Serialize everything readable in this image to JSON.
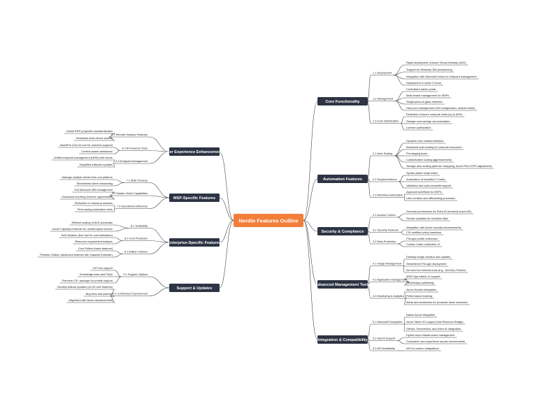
{
  "root": {
    "label": "Nerdio Features Outline",
    "color": "#f27e3a"
  },
  "branch_color": "#2d3443",
  "right": [
    {
      "label": "Core Functionality",
      "subs": [
        {
          "label": "1.1 Deployment",
          "leaves": [
            "Rapid deployment of Azure Virtual Desktop (AVD)",
            "Support for Windows 365 provisioning",
            "Integration with Microsoft Intune for endpoint management",
            "Deployment in under 2 hours"
          ]
        },
        {
          "label": "1.2 Management",
          "leaves": [
            "Centralized admin portal",
            "Multi-tenant management for MSPs",
            "Single-pane-of-glass interface",
            "Host pool management (VM configuration, session limits)"
          ]
        },
        {
          "label": "1.3 Cost Optimization",
          "leaves": [
            "Reduction of Azure compute costs (up to 80%)",
            "Storage cost savings via automation",
            "License optimization"
          ]
        }
      ]
    },
    {
      "label": "Automation Features",
      "subs": [
        {
          "label": "2.1 Auto-Scaling",
          "leaves": [
            "Dynamic host creation/deletion",
            "Advanced auto-scaling for compute resources",
            "Pre-staging hosts",
            "Customizable scaling aggressiveness",
            "Storage auto-scaling (disk tier swapping, Azure Files IOPS adjustment)"
          ]
        },
        {
          "label": "2.2 Scripted Actions",
          "leaves": [
            "Syntax-aware script editor",
            "Automation of repetitive IT tasks",
            "Validation and auto-complete support"
          ]
        },
        {
          "label": "2.3 Workflow Automation",
          "leaves": [
            "Approval workflows for MSPs",
            "User creation and offboarding processes"
          ]
        }
      ]
    },
    {
      "label": "Security & Compliance",
      "subs": [
        {
          "label": "3.1 Access Control",
          "leaves": [
            "Granular permissions for Entra ID (formerly Azure AD)",
            "Secure variables for sensitive data"
          ]
        },
        {
          "label": "3.2 Security Features",
          "leaves": [
            "Integration with Azure security enhancements",
            "CIS-certified policy baselines"
          ]
        },
        {
          "label": "3.3 Data Protection",
          "leaves": [
            "FSLogix profile redirection",
            "Custom folder redirection UI"
          ]
        }
      ]
    },
    {
      "label": "Advanced Management Tools",
      "subs": [
        {
          "label": "4.1 Image Management",
          "leaves": [
            "Desktop image creation and updates",
            "Streamlined FSLogix deployment",
            "No need for external tools (e.g., DevOps, Packer)"
          ]
        },
        {
          "label": "4.2 Application Management",
          "leaves": [
            "MSIX App Attach v2 support",
            "RemoteApp publishing"
          ]
        },
        {
          "label": "4.3 Monitoring & Analytics",
          "leaves": [
            "Azure Monitor integration",
            "Performance tracking",
            "Alerts and workbooks for proactive issue resolution"
          ]
        }
      ]
    },
    {
      "label": "Integration & Compatibility",
      "subs": [
        {
          "label": "5.1 Microsoft Ecosystem",
          "leaves": [
            "Native Azure integration",
            "Azure Stack HCI support (via Resource Bridge)",
            "GitHub, ServiceNow, and Entra ID integration"
          ]
        },
        {
          "label": "5.2 Hybrid Support",
          "leaves": [
            "Hybrid cloud infrastructure management",
            "Consistent user experience across environments"
          ]
        },
        {
          "label": "5.3 API Availability",
          "leaves": [
            "API for custom integrations"
          ]
        }
      ]
    }
  ],
  "left": [
    {
      "label": "User Experience Enhancements",
      "subs": [
        {
          "label": "6.1 Remote Desktop Features",
          "leaves": [
            "Global RDP properties standardization",
            "Seamless multi-device access"
          ]
        },
        {
          "label": "6.2 AI-Powered Tools",
          "leaves": [
            "AssistPro (Gen AI tool for real-time support)",
            "Context-aware assistance"
          ]
        },
        {
          "label": "6.3 Endpoint Management",
          "leaves": [
            "Unified endpoint management (UEM) with Intune",
            "Simplified software updates"
          ]
        }
      ]
    },
    {
      "label": "MSP-Specific Features",
      "subs": [
        {
          "label": "7.1 Multi-Tenancy",
          "leaves": [
            "Manage multiple clients from one platform",
            "Streamlined client onboarding"
          ]
        },
        {
          "label": "7.2 Modern Work Capabilities",
          "leaves": [
            "Full Microsoft 365 management",
            "Enhanced recurring revenue opportunities"
          ]
        },
        {
          "label": "7.3 Operational Efficiency",
          "leaves": [
            "Reduction in manual processes",
            "Time-saving automation tools"
          ]
        }
      ]
    },
    {
      "label": "Enterprise-Specific Features",
      "subs": [
        {
          "label": "8.1 Scalability",
          "leaves": [
            "Efficient scaling of AVD workloads",
            "Azure Capacity Extender for uninterrupted service"
          ]
        },
        {
          "label": "8.2 Cost Prediction",
          "leaves": [
            "AVD Modeler (free tool for cost estimation)",
            "Resource requirement analysis"
          ]
        },
        {
          "label": "8.3 Edition Options",
          "leaves": [
            "Core Edition (basic features)",
            "Premium Edition (advanced features like Capacity Extender)"
          ]
        }
      ]
    },
    {
      "label": "Support & Updates",
      "subs": [
        {
          "label": "9.1 Support Options",
          "leaves": [
            "24/7 live support",
            "Knowledge base and FAQs",
            "Premium CS+ package for priority support"
          ]
        },
        {
          "label": "9.2 Continuous Improvement",
          "leaves": [
            "Monthly feature updates (15-20 new features)",
            "Bug fixes and patches",
            "Alignment with Azure advancements"
          ]
        }
      ]
    }
  ]
}
